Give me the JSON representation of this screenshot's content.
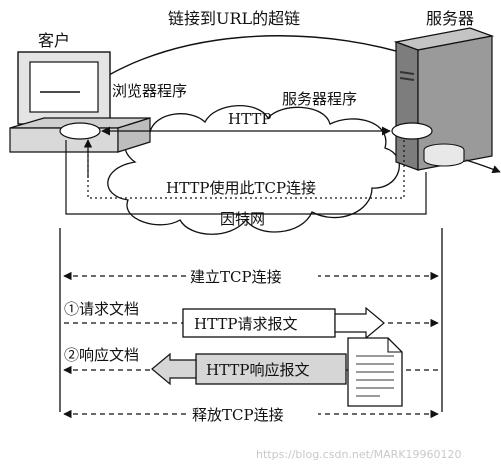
{
  "labels": {
    "top_link": "链接到URL的超链",
    "client": "客户",
    "server": "服务器",
    "browser_program": "浏览器程序",
    "server_program": "服务器程序",
    "http": "HTTP",
    "http_uses_tcp": "HTTP使用此TCP连接",
    "internet": "因特网",
    "establish_tcp": "建立TCP连接",
    "request_doc": "①请求文档",
    "http_request": "HTTP请求报文",
    "response_doc": "②响应文档",
    "http_response": "HTTP响应报文",
    "release_tcp": "释放TCP连接"
  },
  "watermark": "https://blog.csdn.net/MARK19960120",
  "colors": {
    "ink": "#111111",
    "gray_block": "#d6d6d6",
    "server_body": "#9a9a9a",
    "cloud_fill": "#ffffff"
  }
}
